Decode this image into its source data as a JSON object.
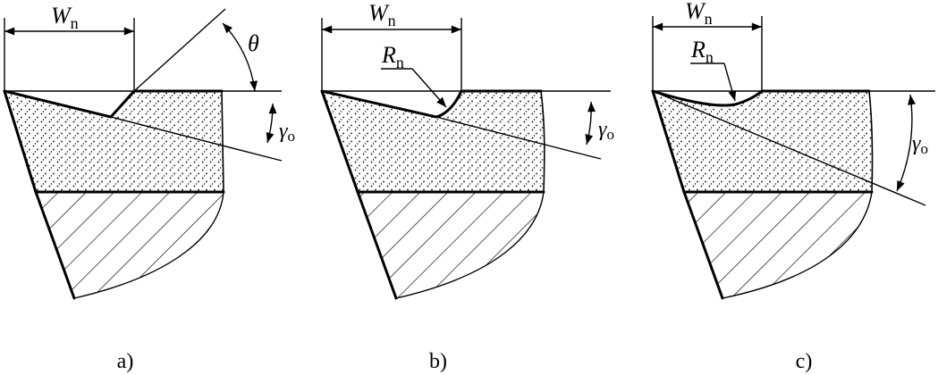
{
  "panels": [
    {
      "id": "a",
      "caption": "a)",
      "width_symbol": "W",
      "width_subscript": "n",
      "angle_symbol": "θ",
      "rake_symbol": "γ",
      "rake_subscript": "o"
    },
    {
      "id": "b",
      "caption": "b)",
      "width_symbol": "W",
      "width_subscript": "n",
      "radius_symbol": "R",
      "radius_subscript": "n",
      "rake_symbol": "γ",
      "rake_subscript": "o"
    },
    {
      "id": "c",
      "caption": "c)",
      "width_symbol": "W",
      "width_subscript": "n",
      "radius_symbol": "R",
      "radius_subscript": "n",
      "rake_symbol": "γ",
      "rake_subscript": "o"
    }
  ],
  "colors": {
    "line": "#000000",
    "background": "#ffffff"
  }
}
